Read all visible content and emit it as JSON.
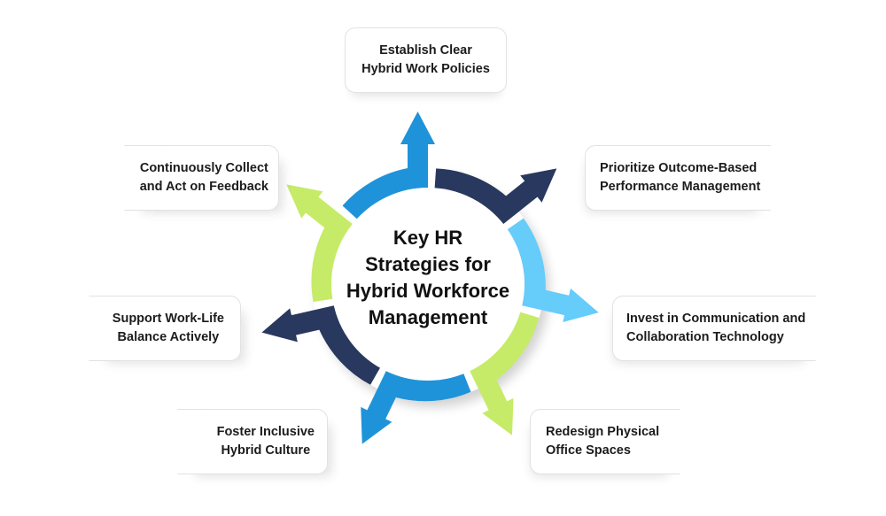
{
  "title": "Key HR\nStrategies for\nHybrid Workforce\nManagement",
  "colors": {
    "blue": "#1f93d9",
    "navy": "#29385e",
    "light_blue": "#66ccfa",
    "green": "#c6eb68",
    "card_border": "#e2e2e2",
    "text": "#1c1c1c"
  },
  "strategies": [
    {
      "label": "Establish Clear\nHybrid Work Policies",
      "color": "blue",
      "position": "top"
    },
    {
      "label": "Prioritize Outcome-Based\nPerformance Management",
      "color": "navy",
      "position": "upper-right"
    },
    {
      "label": "Invest in Communication and\nCollaboration Technology",
      "color": "light_blue",
      "position": "right"
    },
    {
      "label": "Redesign Physical\nOffice Spaces",
      "color": "green",
      "position": "lower-right"
    },
    {
      "label": "Foster Inclusive\nHybrid Culture",
      "color": "blue",
      "position": "lower-left"
    },
    {
      "label": "Support Work-Life\nBalance Actively",
      "color": "navy",
      "position": "left"
    },
    {
      "label": "Continuously Collect\nand Act on Feedback",
      "color": "green",
      "position": "upper-left"
    }
  ]
}
